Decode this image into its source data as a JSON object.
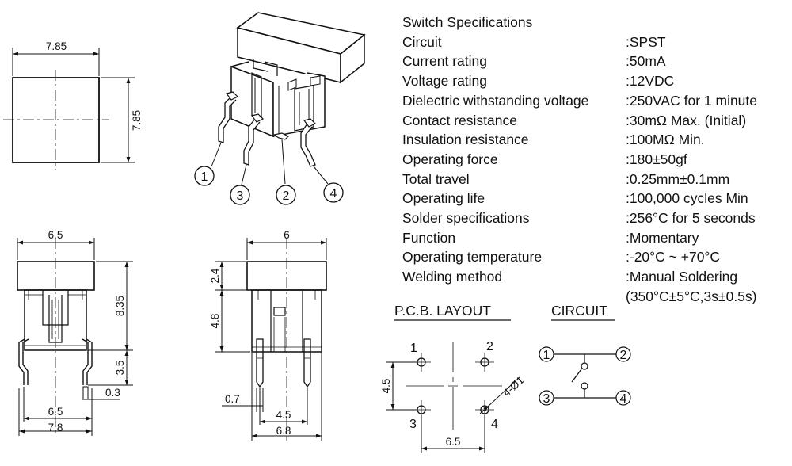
{
  "specs": {
    "title": "Switch Specifications",
    "rows": [
      {
        "label": "Circuit",
        "value": ":SPST"
      },
      {
        "label": "Current rating",
        "value": ":50mA"
      },
      {
        "label": "Voltage rating",
        "value": ":12VDC"
      },
      {
        "label": "Dielectric withstanding voltage",
        "value": ":250VAC for 1 minute"
      },
      {
        "label": "Contact resistance",
        "value": ":30mΩ  Max. (Initial)"
      },
      {
        "label": "Insulation resistance",
        "value": ":100MΩ  Min."
      },
      {
        "label": "Operating force",
        "value": ":180±50gf"
      },
      {
        "label": "Total travel",
        "value": ":0.25mm±0.1mm"
      },
      {
        "label": "Operating life",
        "value": ":100,000 cycles Min"
      },
      {
        "label": "Solder specifications",
        "value": ":256°C for 5 seconds"
      },
      {
        "label": "Function",
        "value": ":Momentary"
      },
      {
        "label": "Operating temperature",
        "value": ":-20°C ~ +70°C"
      },
      {
        "label": "Welding method",
        "value": ":Manual Soldering"
      },
      {
        "label": "",
        "value": "(350°C±5°C,3s±0.5s)"
      }
    ]
  },
  "top_view": {
    "width": "7.85",
    "height": "7.85"
  },
  "iso_view": {
    "pins": [
      "1",
      "3",
      "2",
      "4"
    ]
  },
  "front_view": {
    "width_top": "6.5",
    "height": "8.35",
    "pin_height": "3.5",
    "pin_thickness": "0.3",
    "width_inner": "6.5",
    "width_total": "7.8"
  },
  "side_view": {
    "width_top": "6",
    "cap_height": "2.4",
    "body_height": "4.8",
    "pin_width": "0.7",
    "pin_pitch": "4.5",
    "width_total": "6.8"
  },
  "pcb_layout": {
    "title": "P.C.B. LAYOUT",
    "pins": [
      "1",
      "2",
      "3",
      "4"
    ],
    "pitch_v": "4.5",
    "pitch_h": "6.5",
    "hole": "4-Ø1"
  },
  "circuit": {
    "title": "CIRCUIT",
    "pins": [
      "1",
      "2",
      "3",
      "4"
    ]
  }
}
